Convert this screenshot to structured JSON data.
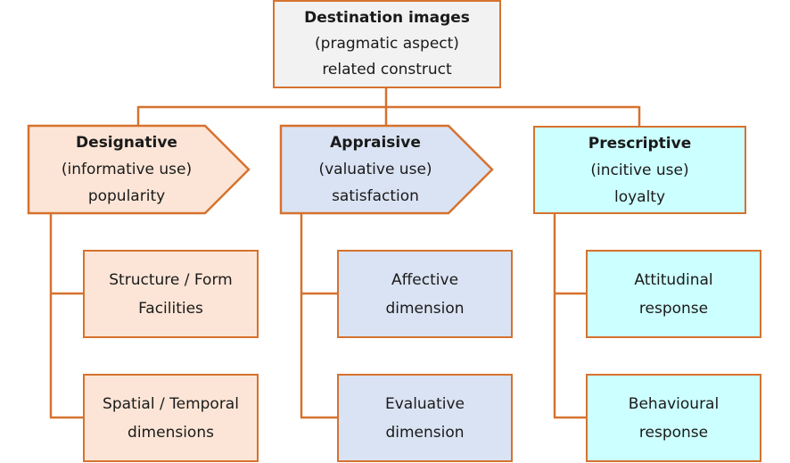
{
  "colors": {
    "border": "#d6722f",
    "root_fill": "#f2f2f2",
    "designative_fill": "#fce5d6",
    "appraisive_fill": "#dae3f3",
    "prescriptive_fill": "#ccffff"
  },
  "root": {
    "title": "Destination images",
    "line2": "(pragmatic aspect)",
    "line3": "related construct"
  },
  "categories": [
    {
      "title": "Designative",
      "line2": "(informative use)",
      "line3": "popularity",
      "children": [
        {
          "line1": "Structure / Form",
          "line2": "Facilities"
        },
        {
          "line1": "Spatial / Temporal",
          "line2": "dimensions"
        }
      ]
    },
    {
      "title": "Appraisive",
      "line2": "(valuative use)",
      "line3": "satisfaction",
      "children": [
        {
          "line1": "Affective",
          "line2": "dimension"
        },
        {
          "line1": "Evaluative",
          "line2": "dimension"
        }
      ]
    },
    {
      "title": "Prescriptive",
      "line2": "(incitive use)",
      "line3": "loyalty",
      "children": [
        {
          "line1": "Attitudinal",
          "line2": "response"
        },
        {
          "line1": "Behavioural",
          "line2": "response"
        }
      ]
    }
  ]
}
